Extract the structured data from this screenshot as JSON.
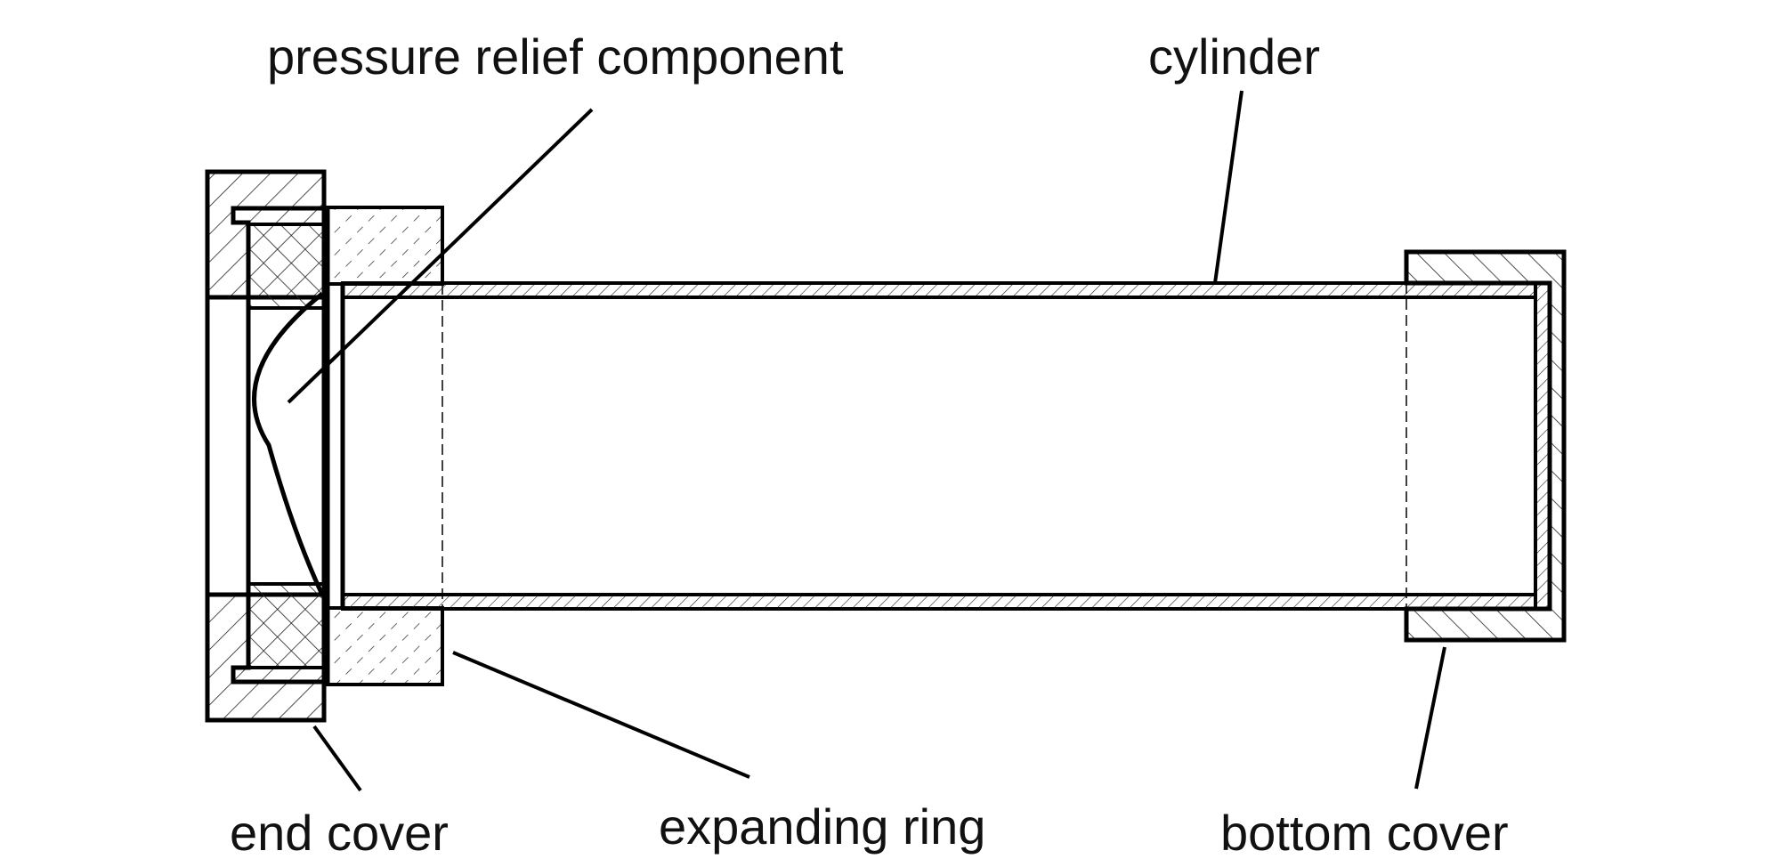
{
  "labels": {
    "pressure_relief_component": "pressure relief component",
    "cylinder": "cylinder",
    "end_cover": "end cover",
    "expanding_ring": "expanding ring",
    "bottom_cover": "bottom cover"
  }
}
